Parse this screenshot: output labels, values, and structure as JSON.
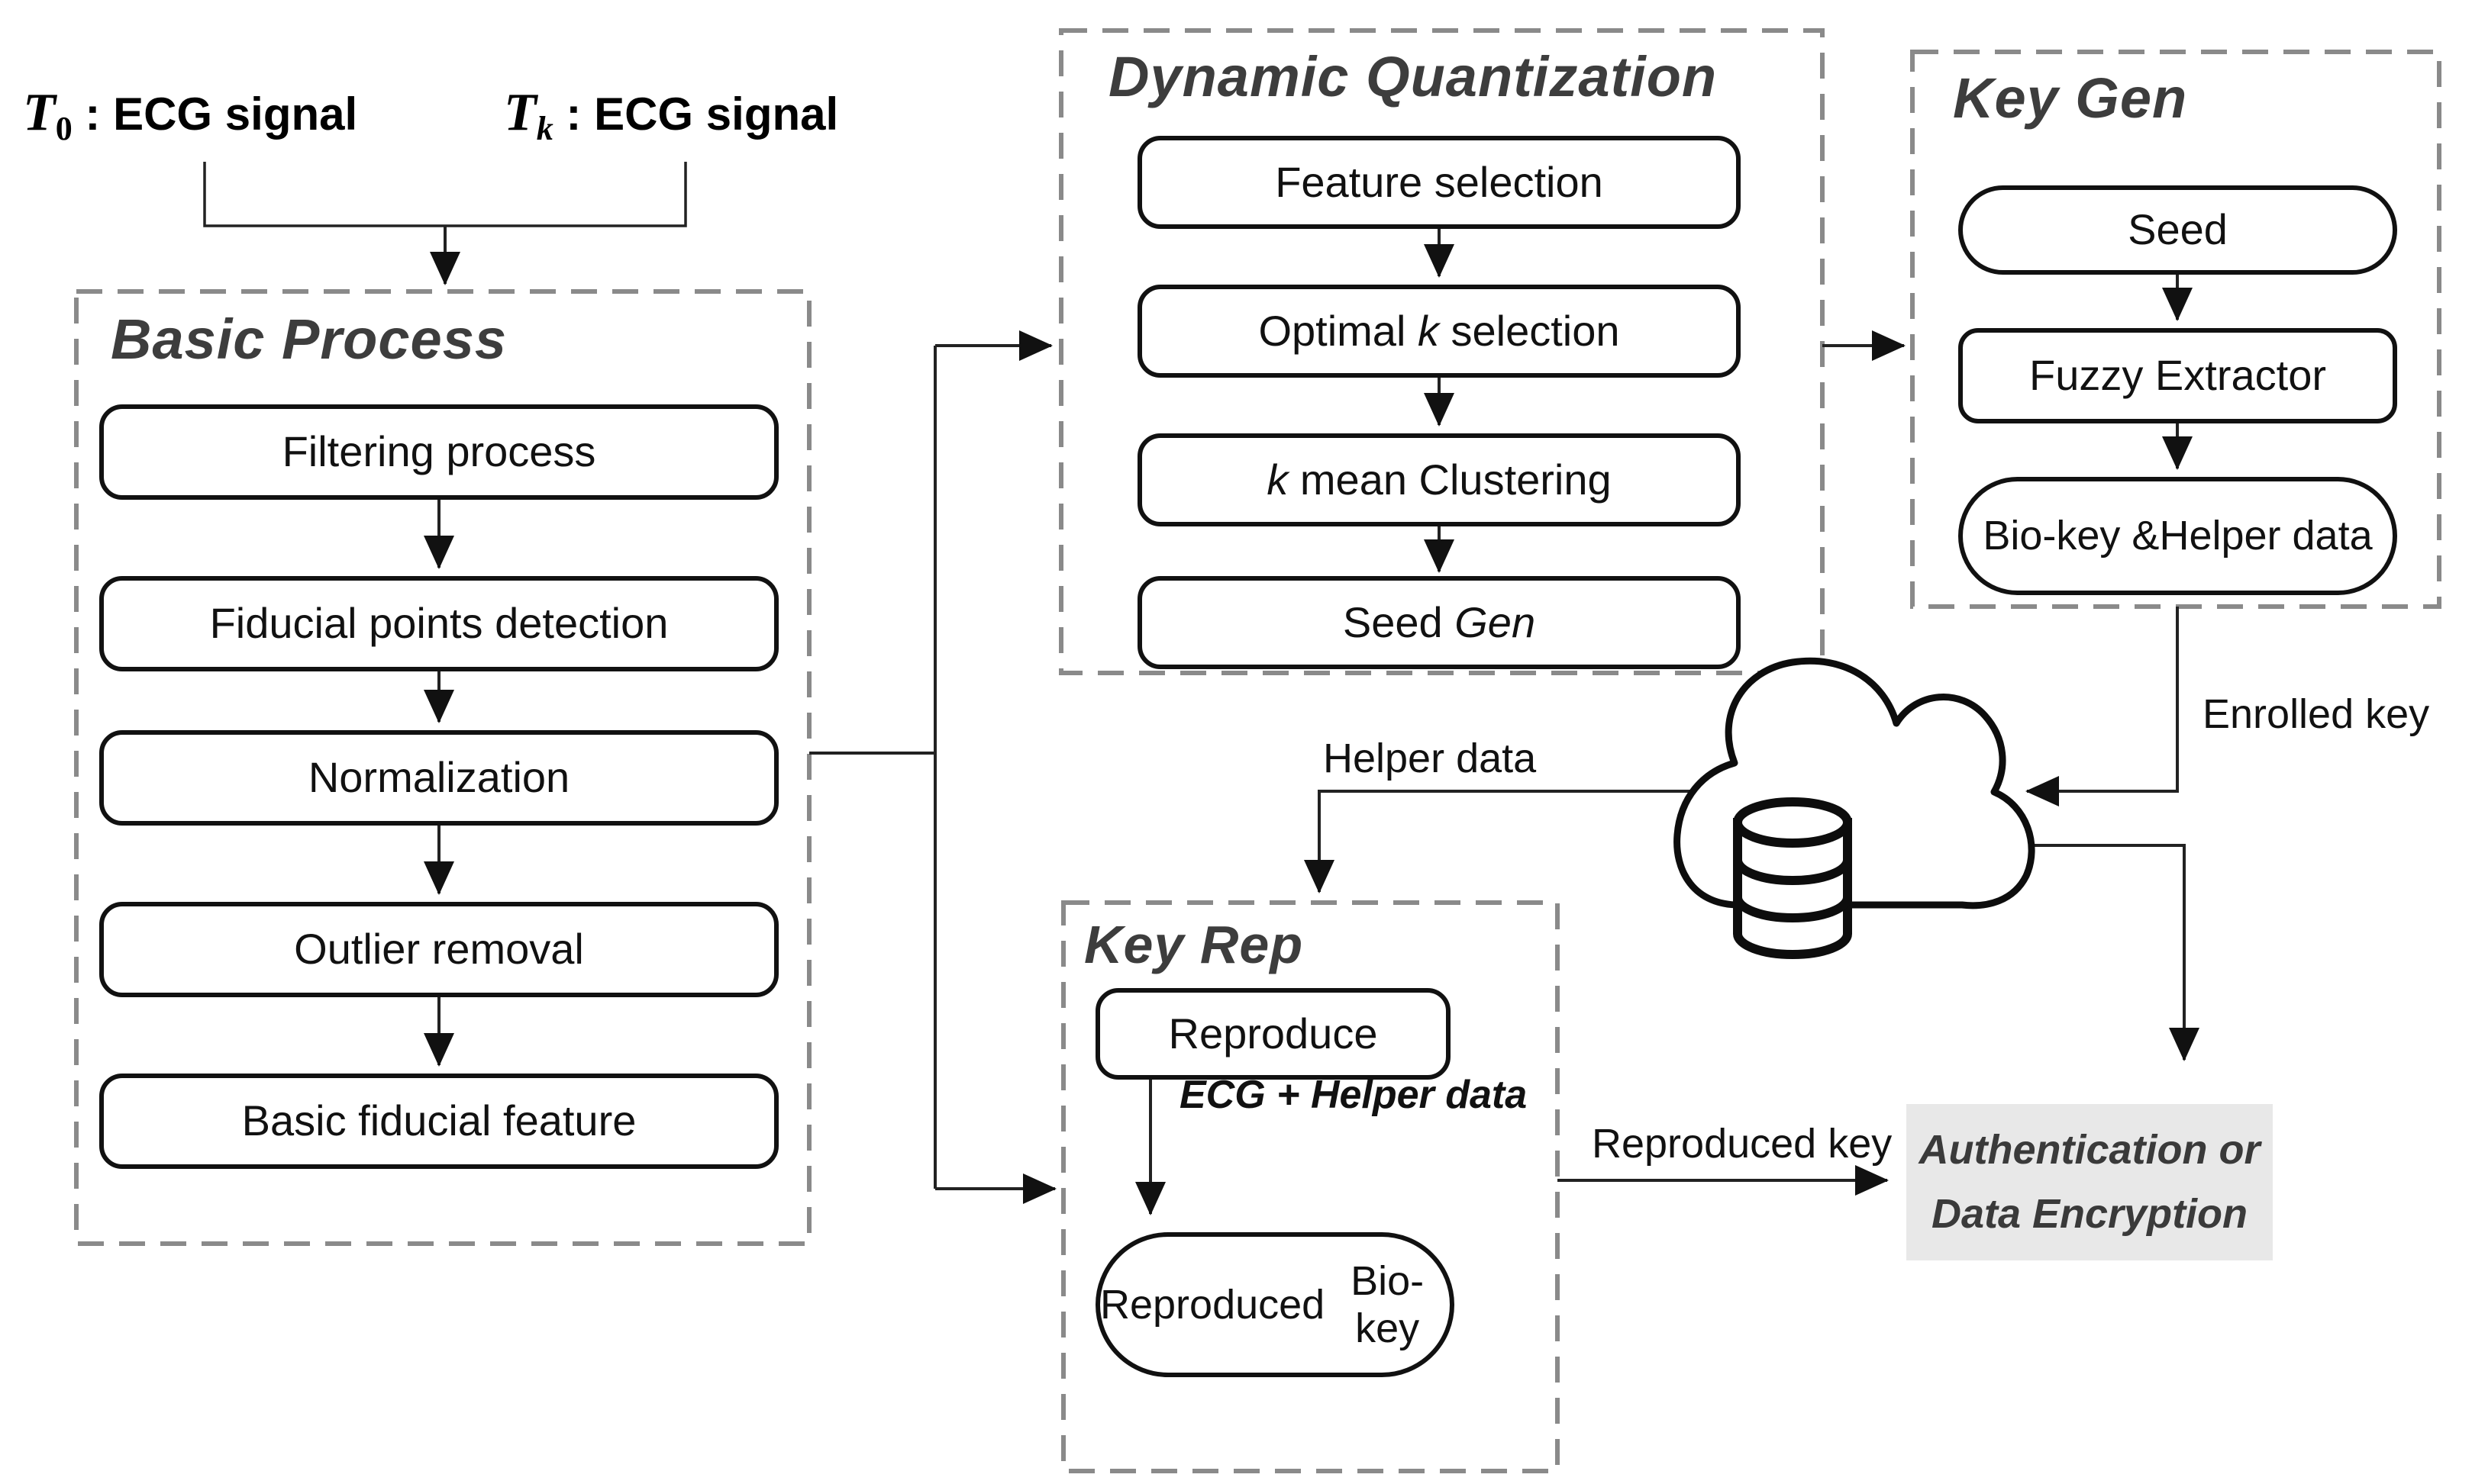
{
  "figure": {
    "inputs": [
      {
        "var": "T",
        "sub": "0",
        "desc": " : ECG signal"
      },
      {
        "var": "T",
        "sub": "k",
        "desc": " : ECG signal"
      }
    ],
    "basic_process": {
      "title": "Basic Process",
      "steps": [
        "Filtering process",
        "Fiducial points detection",
        "Normalization",
        "Outlier removal",
        "Basic fiducial feature"
      ]
    },
    "dynamic_quantization": {
      "title": "Dynamic Quantization",
      "steps": [
        {
          "pre": "Feature selection",
          "em": "",
          "post": ""
        },
        {
          "pre": "Optimal ",
          "em": "k",
          "post": " selection"
        },
        {
          "pre": "",
          "em": "k",
          "post": " mean Clustering"
        },
        {
          "pre": "Seed ",
          "em": "Gen",
          "post": ""
        }
      ]
    },
    "key_gen": {
      "title": "Key Gen",
      "seed": "Seed",
      "fuzzy": "Fuzzy Extractor",
      "bio": {
        "line1": "Bio-key &",
        "line2": "Helper data"
      }
    },
    "key_rep": {
      "title": "Key Rep",
      "reproduce": "Reproduce",
      "edge_label": "ECG + Helper data",
      "pill": {
        "line1": "Reproduced",
        "line2": "Bio-key"
      }
    },
    "labels": {
      "helper_data": "Helper data",
      "enrolled_key": "Enrolled key",
      "reproduced_key": "Reproduced key"
    },
    "auth": {
      "line1": "Authentication or",
      "line2": "Data Encryption"
    },
    "icons": {
      "cloud": "cloud-icon",
      "database": "database-icon"
    },
    "colors": {
      "title": "#3d3d3d",
      "box_border": "#111111",
      "dash_border": "#8a8a8a",
      "line": "#222222",
      "auth_bg": "#e8e8e8",
      "auth_text": "#3a3a3a"
    }
  }
}
